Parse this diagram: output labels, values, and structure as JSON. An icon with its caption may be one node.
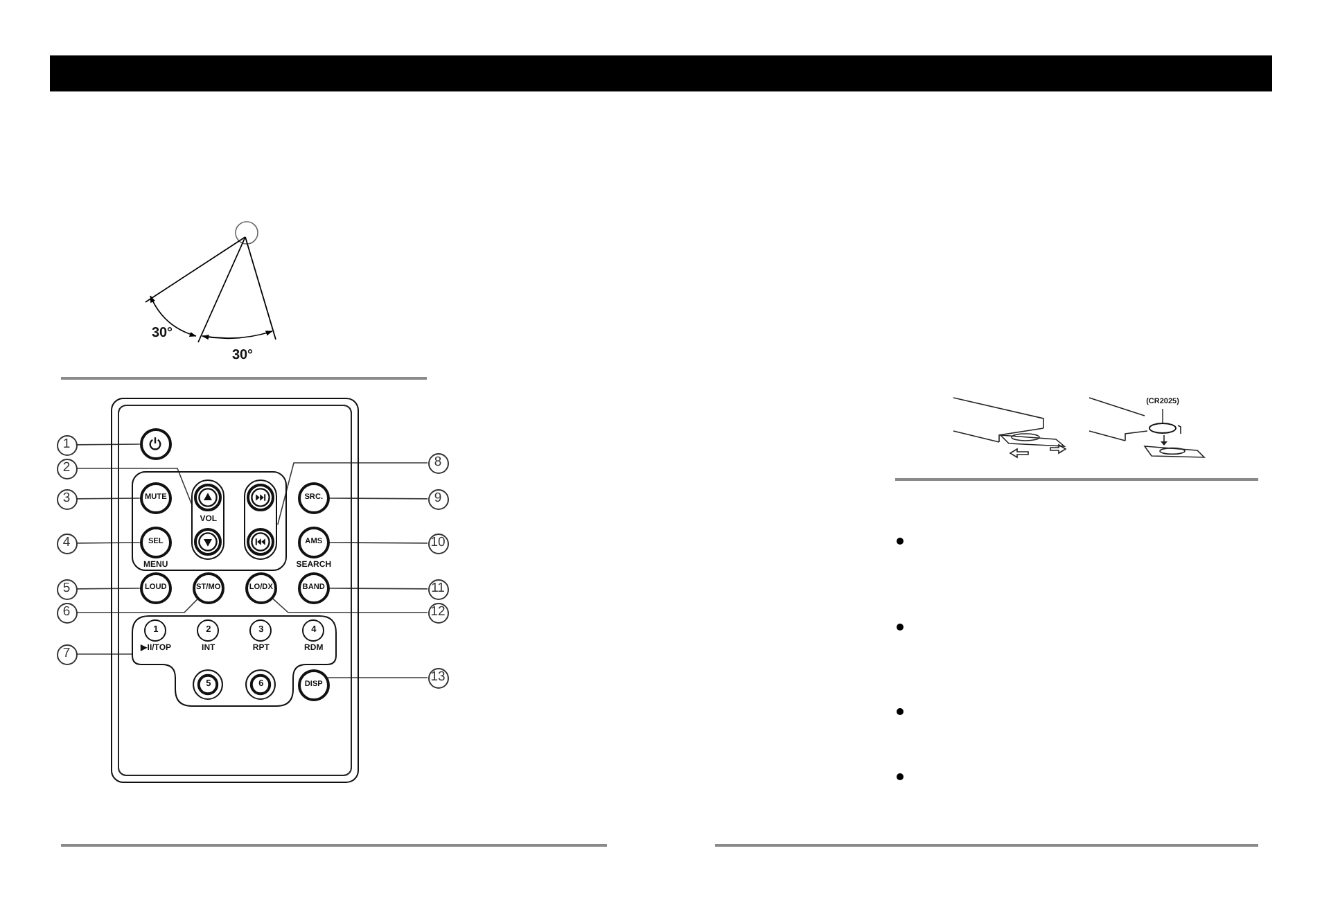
{
  "diagram": {
    "nodes": [
      {
        "text": [],
        "shape": "box"
      },
      {
        "text": [],
        "shape": "circle",
        "in": 0
      },
      {
        "text": [],
        "shape": "box",
        "in": 0
      },
      {
        "text": [
          "MUTE"
        ],
        "in": 2
      },
      {
        "text": [
          "VOL"
        ],
        "in": 2
      },
      {
        "text": [],
        "shape": "circle",
        "in": 4
      },
      {
        "text": [],
        "shape": "circle",
        "in": 4
      },
      {
        "text": [],
        "shape": "box",
        "in": 2
      },
      {
        "text": [],
        "shape": "circle",
        "in": 7
      },
      {
        "text": [],
        "shape": "circle",
        "in": 7
      },
      {
        "text": [
          "SEL"
        ],
        "beside": [
          "MENU"
        ],
        "in": 2
      },
      {
        "text": [
          "SRC."
        ],
        "in": 0
      },
      {
        "text": [
          "AMS"
        ],
        "beside": [
          "SEARCH"
        ],
        "in": 0
      },
      {
        "text": [
          "LOUD"
        ],
        "in": 0
      },
      {
        "text": [
          "ST/MO"
        ],
        "in": 0
      },
      {
        "text": [
          "LO/DX"
        ],
        "in": 0
      },
      {
        "text": [
          "BAND"
        ],
        "in": 0
      },
      {
        "text": [],
        "shape": "box",
        "in": 0
      },
      {
        "text": [
          "1"
        ],
        "beside": [
          "▶II/TOP"
        ],
        "in": 17
      },
      {
        "text": [
          "2"
        ],
        "beside": [
          "INT"
        ],
        "in": 17
      },
      {
        "text": [
          "3"
        ],
        "beside": [
          "RPT"
        ],
        "in": 17
      },
      {
        "text": [
          "4"
        ],
        "beside": [
          "RDM"
        ],
        "in": 17
      },
      {
        "text": [
          "5"
        ],
        "in": 17
      },
      {
        "text": [
          "6"
        ],
        "in": 17
      },
      {
        "text": [
          "DISP"
        ],
        "in": 0
      },
      {
        "text": [
          "1"
        ]
      },
      {
        "text": [
          "2"
        ]
      },
      {
        "text": [
          "3"
        ]
      },
      {
        "text": [
          "4"
        ]
      },
      {
        "text": [
          "5"
        ]
      },
      {
        "text": [
          "6"
        ]
      },
      {
        "text": [
          "7"
        ]
      },
      {
        "text": [
          "8"
        ]
      },
      {
        "text": [
          "9"
        ]
      },
      {
        "text": [
          "10"
        ]
      },
      {
        "text": [
          "11"
        ]
      },
      {
        "text": [
          "12"
        ]
      },
      {
        "text": [
          "13"
        ]
      },
      {
        "text": [
          "(CR2025)"
        ]
      },
      {
        "text": [],
        "shape": "circle"
      }
    ],
    "edges": [
      {
        "from": 25,
        "to": 1,
        "arrow": "none"
      },
      {
        "from": 26,
        "to": 4,
        "arrow": "none"
      },
      {
        "from": 27,
        "to": 3,
        "arrow": "none"
      },
      {
        "from": 28,
        "to": 10,
        "arrow": "none"
      },
      {
        "from": 29,
        "to": 13,
        "arrow": "none"
      },
      {
        "from": 30,
        "to": 14,
        "arrow": "none"
      },
      {
        "from": 31,
        "to": 17,
        "arrow": "none"
      },
      {
        "from": 32,
        "to": 7,
        "arrow": "none"
      },
      {
        "from": 33,
        "to": 11,
        "arrow": "none"
      },
      {
        "from": 34,
        "to": 12,
        "arrow": "none"
      },
      {
        "from": 35,
        "to": 16,
        "arrow": "none"
      },
      {
        "from": 36,
        "to": 15,
        "arrow": "none"
      },
      {
        "from": 37,
        "to": 24,
        "arrow": "none"
      },
      {
        "from": 38,
        "to": 39,
        "arrow": "none"
      }
    ],
    "labels": [
      "30°",
      "30°"
    ]
  }
}
